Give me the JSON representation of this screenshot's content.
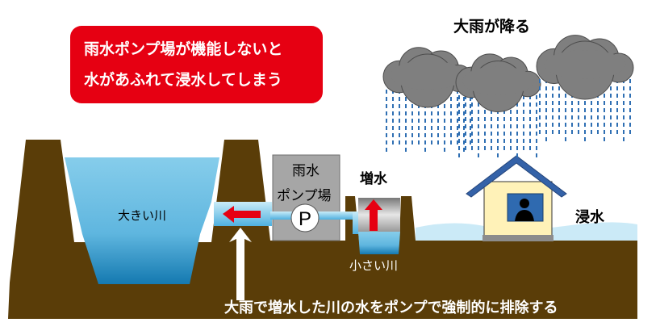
{
  "alert": {
    "line1": "雨水ポンプ場が機能しないと",
    "line2": "水があふれて浸水してしまう"
  },
  "labels": {
    "heavy_rain": "大雨が降る",
    "big_river": "大きい川",
    "pump_station_line1": "雨水",
    "pump_station_line2": "ポンプ場",
    "pump_symbol": "P",
    "water_rise": "増水",
    "small_river": "小さい川",
    "flooding": "浸水",
    "caption": "大雨で増水した川の水をポンプで強制的に排除する"
  },
  "colors": {
    "ground": "#5a3d08",
    "alert": "#e60012",
    "arrow": "#e60012",
    "water": "#7ecbea"
  }
}
